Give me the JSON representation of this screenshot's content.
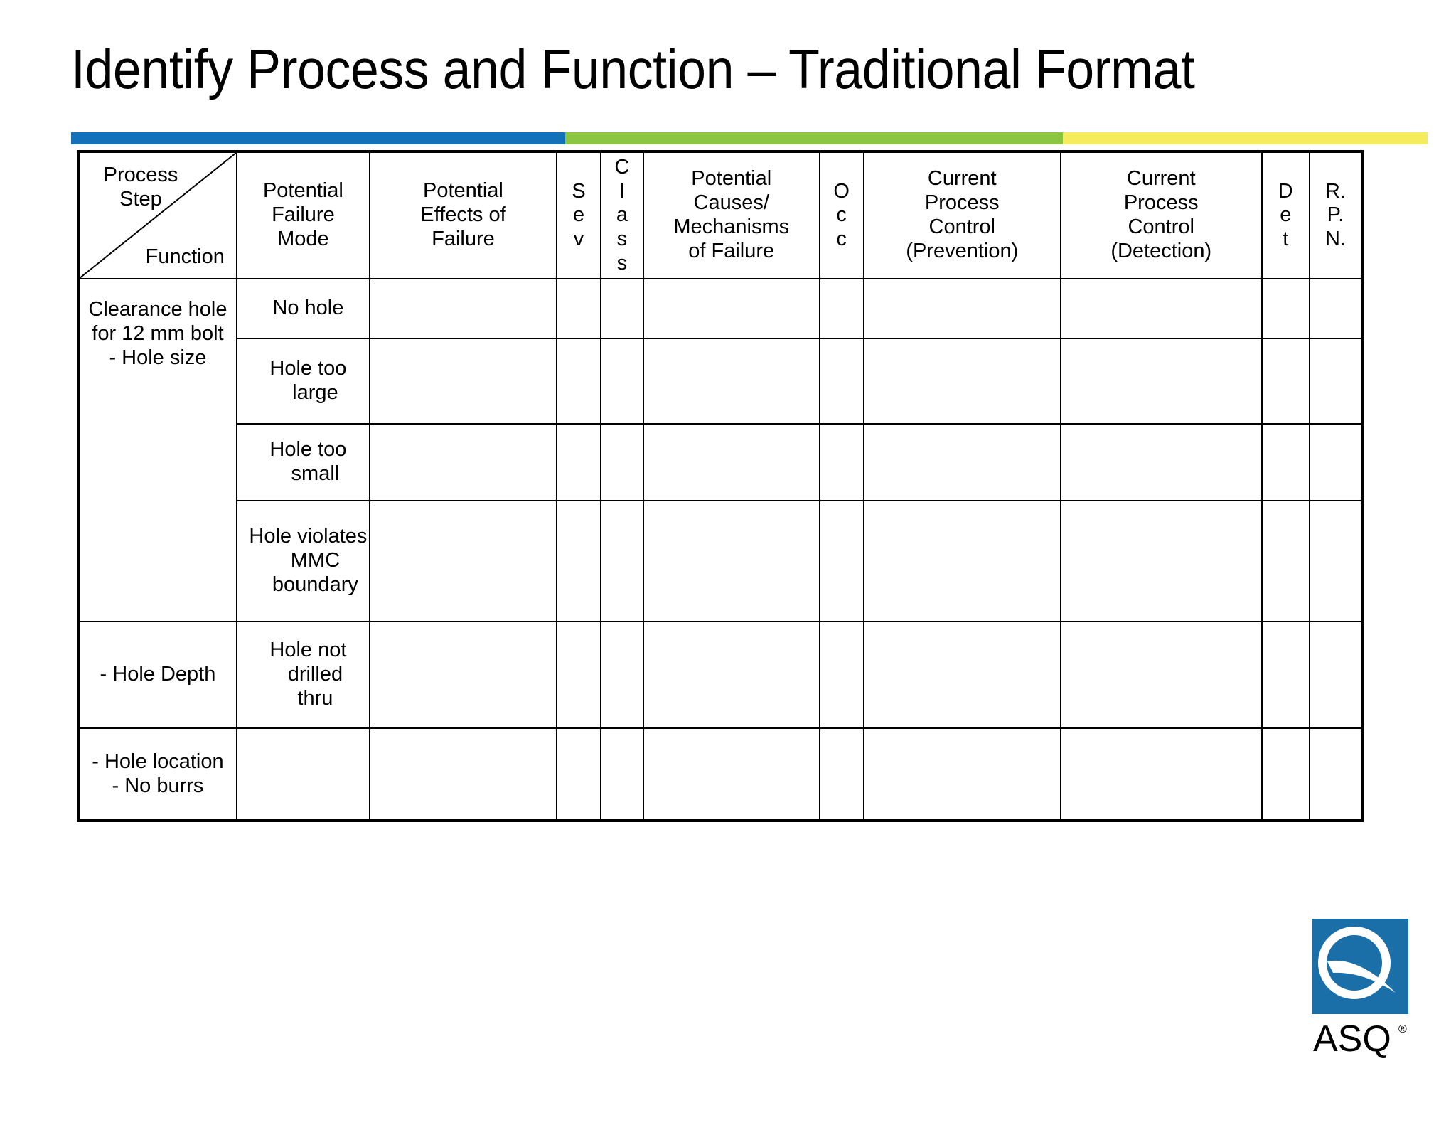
{
  "slide": {
    "title": "Identify Process and Function – Traditional Format"
  },
  "accent_bar": {
    "colors": [
      "#1271B8",
      "#8CC540",
      "#F4EC5C"
    ],
    "segments": [
      "blue",
      "green",
      "yellow"
    ]
  },
  "table": {
    "headers": {
      "corner_top": "Process\nStep",
      "corner_top_line1": "Process",
      "corner_top_line2": "Step",
      "corner_bottom": "Function",
      "failure_mode_l1": "Potential",
      "failure_mode_l2": "Failure",
      "failure_mode_l3": "Mode",
      "effects_l1": "Potential",
      "effects_l2": "Effects of",
      "effects_l3": "Failure",
      "sev": [
        "S",
        "e",
        "v"
      ],
      "class": [
        "C",
        "l",
        "a",
        "s",
        "s"
      ],
      "causes_l1": "Potential",
      "causes_l2": "Causes/",
      "causes_l3": "Mechanisms",
      "causes_l4": "of Failure",
      "occ": [
        "O",
        "c",
        "c"
      ],
      "prevention_l1": "Current",
      "prevention_l2": "Process",
      "prevention_l3": "Control",
      "prevention_l4": "(Prevention)",
      "detection_l1": "Current",
      "detection_l2": "Process",
      "detection_l3": "Control",
      "detection_l4": "(Detection)",
      "det": [
        "D",
        "e",
        "t"
      ],
      "rpn": [
        "R.",
        "P.",
        "N."
      ]
    },
    "rows": [
      {
        "function_l1": "Clearance hole",
        "function_l2": "for 12 mm bolt",
        "function_l3": "-  Hole size",
        "mode_l1": "No hole",
        "mode_l2": "",
        "mode_l3": "",
        "effects": "",
        "sev": "",
        "class": "",
        "causes": "",
        "occ": "",
        "prevention": "",
        "detection": "",
        "det": "",
        "rpn": ""
      },
      {
        "mode_l1": "Hole too",
        "mode_l2": "large",
        "mode_l3": "",
        "effects": "",
        "sev": "",
        "class": "",
        "causes": "",
        "occ": "",
        "prevention": "",
        "detection": "",
        "det": "",
        "rpn": ""
      },
      {
        "mode_l1": "Hole too",
        "mode_l2": "small",
        "mode_l3": "",
        "effects": "",
        "sev": "",
        "class": "",
        "causes": "",
        "occ": "",
        "prevention": "",
        "detection": "",
        "det": "",
        "rpn": ""
      },
      {
        "mode_l1": "Hole violates",
        "mode_l2": "MMC",
        "mode_l3": "boundary",
        "effects": "",
        "sev": "",
        "class": "",
        "causes": "",
        "occ": "",
        "prevention": "",
        "detection": "",
        "det": "",
        "rpn": ""
      },
      {
        "function_l1": "-  Hole Depth",
        "function_l2": "",
        "function_l3": "",
        "mode_l1": "Hole not",
        "mode_l2": "drilled",
        "mode_l3": "thru",
        "effects": "",
        "sev": "",
        "class": "",
        "causes": "",
        "occ": "",
        "prevention": "",
        "detection": "",
        "det": "",
        "rpn": ""
      },
      {
        "function_l1": "-  Hole location",
        "function_l2": "-  No burrs",
        "function_l3": "",
        "mode_l1": "",
        "mode_l2": "",
        "mode_l3": "",
        "effects": "",
        "sev": "",
        "class": "",
        "causes": "",
        "occ": "",
        "prevention": "",
        "detection": "",
        "det": "",
        "rpn": ""
      }
    ]
  },
  "logo": {
    "letter": "Q",
    "wordmark": "ASQ",
    "registered": "®",
    "brand_color": "#1B6FA8"
  }
}
